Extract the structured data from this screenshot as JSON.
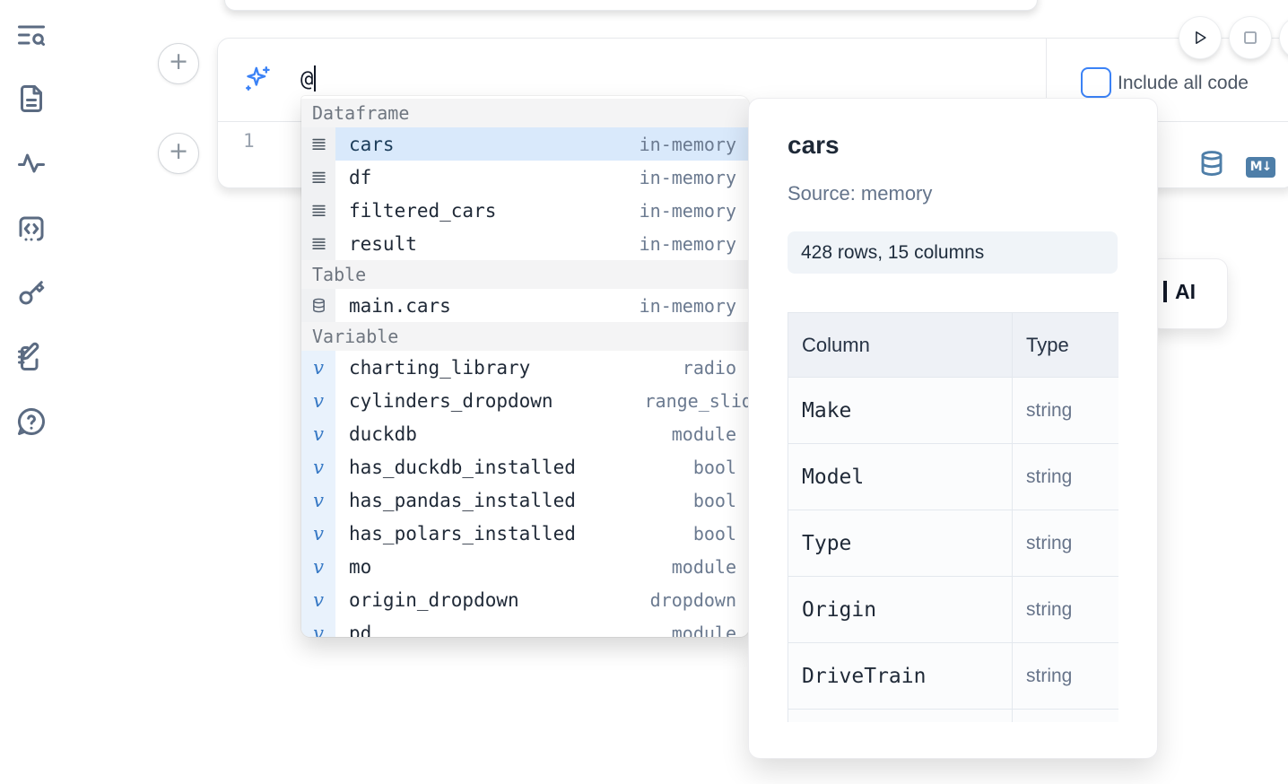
{
  "sidebar": {
    "items": [
      {
        "id": "search",
        "icon": "list-search-icon"
      },
      {
        "id": "files",
        "icon": "file-icon"
      },
      {
        "id": "activity",
        "icon": "activity-icon"
      },
      {
        "id": "snippets",
        "icon": "code-square-icon"
      },
      {
        "id": "secrets",
        "icon": "key-icon"
      },
      {
        "id": "scratchpad",
        "icon": "notebook-pen-icon"
      },
      {
        "id": "help",
        "icon": "help-circle-icon"
      }
    ]
  },
  "cell": {
    "add_button_label": "+",
    "ai_input": {
      "value": "@"
    },
    "include_all_code": {
      "label": "Include all code",
      "checked": false
    },
    "line_number": "1",
    "toolbar": {
      "markdown_badge": "M↓",
      "sql_icon": "database-icon"
    }
  },
  "autocomplete": {
    "sections": [
      {
        "label": "Dataframe",
        "kind": "dataframe",
        "items": [
          {
            "name": "cars",
            "type": "in-memory",
            "selected": true
          },
          {
            "name": "df",
            "type": "in-memory"
          },
          {
            "name": "filtered_cars",
            "type": "in-memory"
          },
          {
            "name": "result",
            "type": "in-memory"
          }
        ]
      },
      {
        "label": "Table",
        "kind": "table",
        "items": [
          {
            "name": "main.cars",
            "type": "in-memory"
          }
        ]
      },
      {
        "label": "Variable",
        "kind": "variable",
        "items": [
          {
            "name": "charting_library",
            "type": "radio"
          },
          {
            "name": "cylinders_dropdown",
            "type": "range_slider",
            "clipped": true
          },
          {
            "name": "duckdb",
            "type": "module"
          },
          {
            "name": "has_duckdb_installed",
            "type": "bool"
          },
          {
            "name": "has_pandas_installed",
            "type": "bool"
          },
          {
            "name": "has_polars_installed",
            "type": "bool"
          },
          {
            "name": "mo",
            "type": "module"
          },
          {
            "name": "origin_dropdown",
            "type": "dropdown"
          },
          {
            "name": "pd",
            "type": "module",
            "partial": true
          }
        ]
      }
    ]
  },
  "preview": {
    "title": "cars",
    "source_label": "Source: memory",
    "shape_badge": "428 rows, 15 columns",
    "table": {
      "headers": [
        "Column",
        "Type"
      ],
      "rows": [
        [
          "Make",
          "string"
        ],
        [
          "Model",
          "string"
        ],
        [
          "Type",
          "string"
        ],
        [
          "Origin",
          "string"
        ],
        [
          "DriveTrain",
          "string"
        ]
      ],
      "partial_row": true
    }
  },
  "ai_button_fragment": {
    "label": "AI"
  },
  "colors": {
    "accent_blue": "#3b82f6",
    "steel_blue": "#4e7ea8",
    "selected_row": "#d9e9fb",
    "variable_gutter": "#e9f2fc",
    "section_header_bg": "#f4f4f5",
    "slate_text": "#6b7a90",
    "dark_text": "#1f2937"
  }
}
